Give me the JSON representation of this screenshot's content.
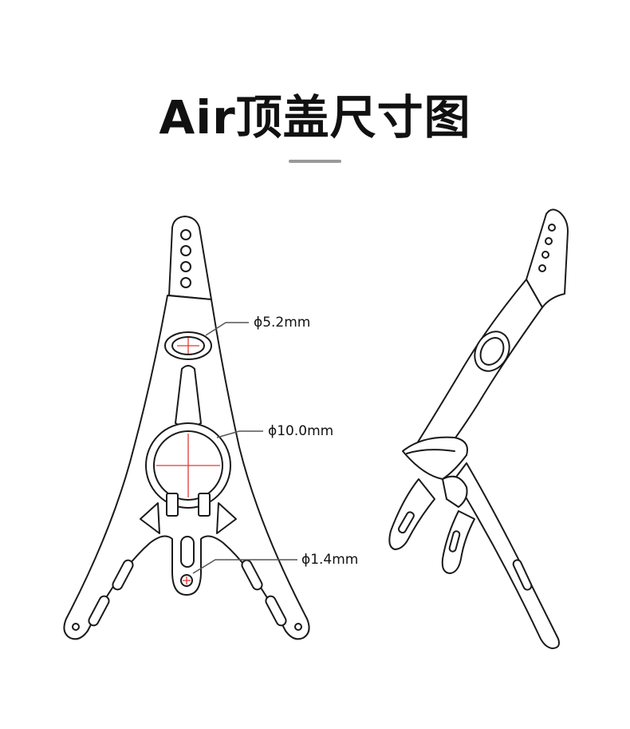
{
  "title": "Air顶盖尺寸图",
  "dimensions": {
    "top_hole": "ϕ5.2mm",
    "ring": "ϕ10.0mm",
    "bottom_hole": "ϕ1.4mm"
  },
  "colors": {
    "line": "#1a1a1a",
    "accent": "#e53935",
    "divider": "#9a9a9a"
  }
}
